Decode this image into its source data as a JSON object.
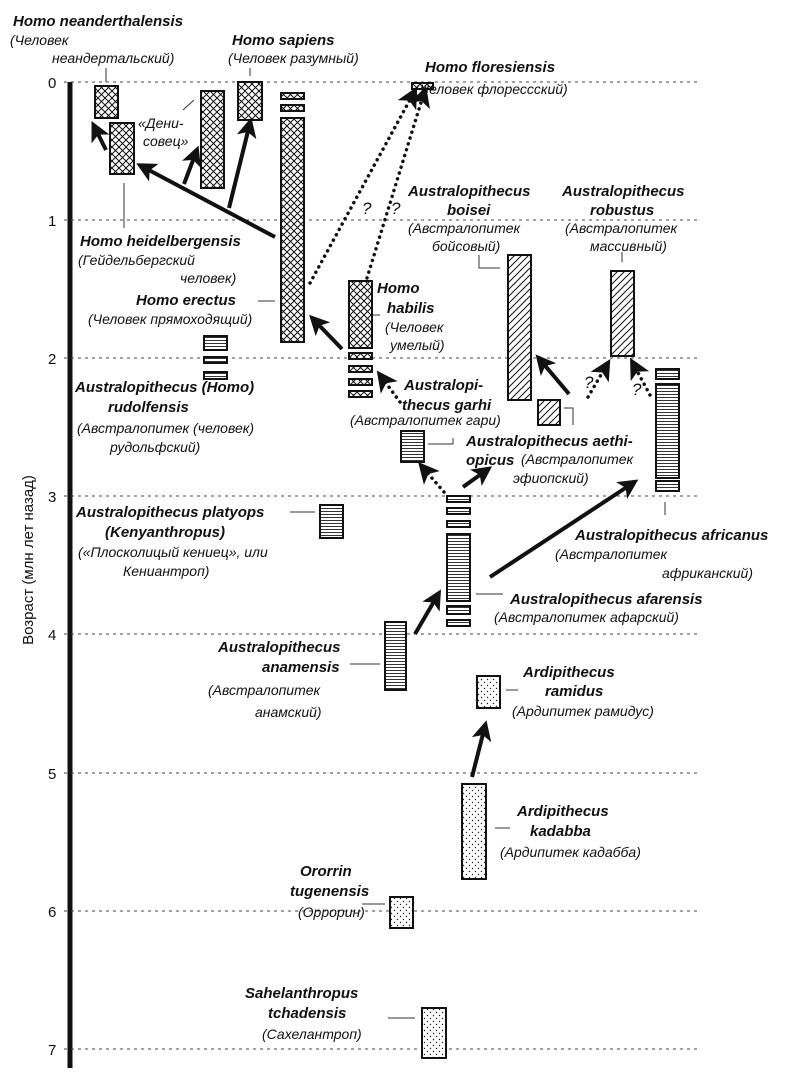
{
  "axis": {
    "label": "Возраст (млн лет назад)",
    "ticks": [
      "0",
      "1",
      "2",
      "3",
      "4",
      "5",
      "6",
      "7"
    ]
  },
  "taxa": {
    "neanderthalensis": {
      "latin": "Homo neanderthalensis",
      "ru1": "(Человек",
      "ru2": "неандертальский)"
    },
    "sapiens": {
      "latin": "Homo sapiens",
      "ru": "(Человек разумный)"
    },
    "denisovan": {
      "ru1": "«Дени-",
      "ru2": "совец»"
    },
    "floresiensis": {
      "latin": "Homo floresiensis",
      "ru": "(Человек флорессский)"
    },
    "boisei": {
      "latin1": "Australopithecus",
      "latin2": "boisei",
      "ru1": "(Австралопитек",
      "ru2": "бойсовый)"
    },
    "robustus": {
      "latin1": "Australopithecus",
      "latin2": "robustus",
      "ru1": "(Австралопитек",
      "ru2": "массивный)"
    },
    "heidelbergensis": {
      "latin": "Homo heidelbergensis",
      "ru1": "(Гейдельбергский",
      "ru2": "человек)"
    },
    "erectus": {
      "latin": "Homo erectus",
      "ru": "(Человек прямоходящий)"
    },
    "habilis": {
      "latin1": "Homo",
      "latin2": "habilis",
      "ru1": "(Человек",
      "ru2": "умелый)"
    },
    "garhi": {
      "latin1": "Australopi-",
      "latin2": "thecus garhi",
      "ru": "(Австралопитек гари)"
    },
    "rudolfensis": {
      "latin1": "Australopithecus (Homo)",
      "latin2": "rudolfensis",
      "ru1": "(Австралопитек (человек)",
      "ru2": "рудольфский)"
    },
    "aethiopicus": {
      "latin1": "Australopithecus aethi-",
      "latin2": "opicus",
      "ru1": "(Австралопитек",
      "ru2": "эфиопский)"
    },
    "platyops": {
      "latin1": "Australopithecus platyops",
      "latin2": "(Kenyanthropus)",
      "ru1": "(«Плосколицый кениец», или",
      "ru2": "Кениантроп)"
    },
    "africanus": {
      "latin": "Australopithecus africanus",
      "ru1": "(Австралопитек",
      "ru2": "африканский)"
    },
    "afarensis": {
      "latin": "Australopithecus afarensis",
      "ru": "(Австралопитек афарский)"
    },
    "anamensis": {
      "latin1": "Australopithecus",
      "latin2": "anamensis",
      "ru1": "(Австралопитек",
      "ru2": "анамский)"
    },
    "ramidus": {
      "latin1": "Ardipithecus",
      "latin2": "ramidus",
      "ru": "(Ардипитек рамидус)"
    },
    "kadabba": {
      "latin1": "Ardipithecus",
      "latin2": "kadabba",
      "ru": "(Ардипитек кадабба)"
    },
    "orrorin": {
      "latin1": "Ororrin",
      "latin2": "tugenensis",
      "ru": "(Оррорин)"
    },
    "sahelanthropus": {
      "latin1": "Sahelanthropus",
      "latin2": "tchadensis",
      "ru": "(Сахелантроп)"
    }
  },
  "uncertain_mark": "?"
}
